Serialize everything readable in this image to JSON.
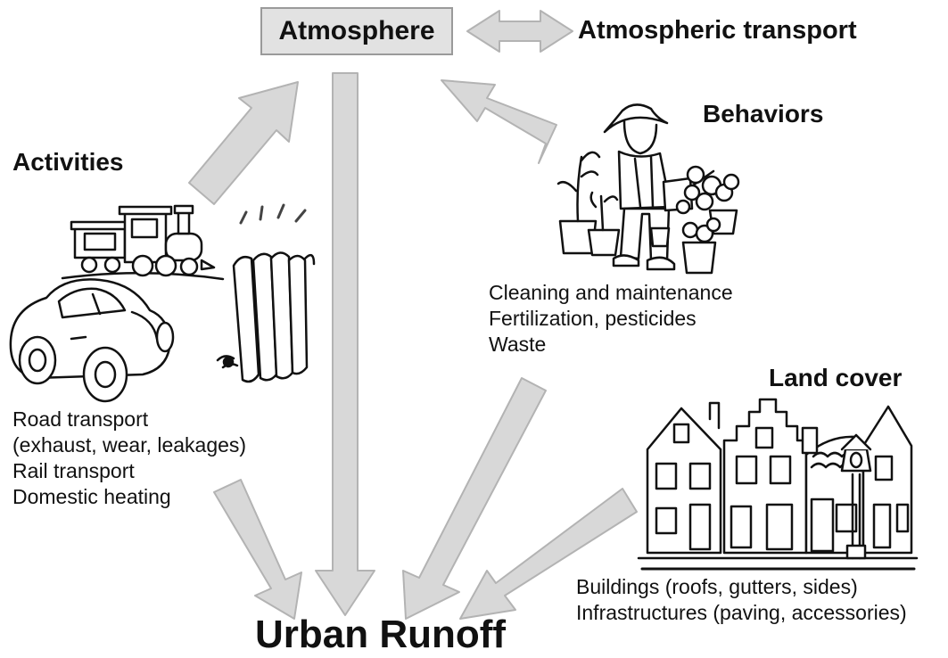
{
  "title": "Urban Runoff",
  "atmosphere": {
    "label": "Atmosphere",
    "transport_label": "Atmospheric transport"
  },
  "activities": {
    "heading": "Activities",
    "items": [
      "Road transport",
      "(exhaust, wear, leakages)",
      "Rail transport",
      "Domestic heating"
    ],
    "icons": [
      "train-icon",
      "car-icon",
      "radiator-icon"
    ]
  },
  "behaviors": {
    "heading": "Behaviors",
    "items": [
      "Cleaning and maintenance",
      "Fertilization, pesticides",
      "Waste"
    ],
    "icons": [
      "gardener-icon",
      "potted-plants-icon"
    ]
  },
  "land_cover": {
    "heading": "Land cover",
    "items": [
      "Buildings (roofs, gutters, sides)",
      "Infrastructures (paving, accessories)"
    ],
    "icons": [
      "houses-icon",
      "street-lamp-icon"
    ]
  },
  "colors": {
    "arrow_fill": "#d8d8d8",
    "arrow_stroke": "#b3b3b3",
    "box_fill": "#e2e2e2"
  }
}
